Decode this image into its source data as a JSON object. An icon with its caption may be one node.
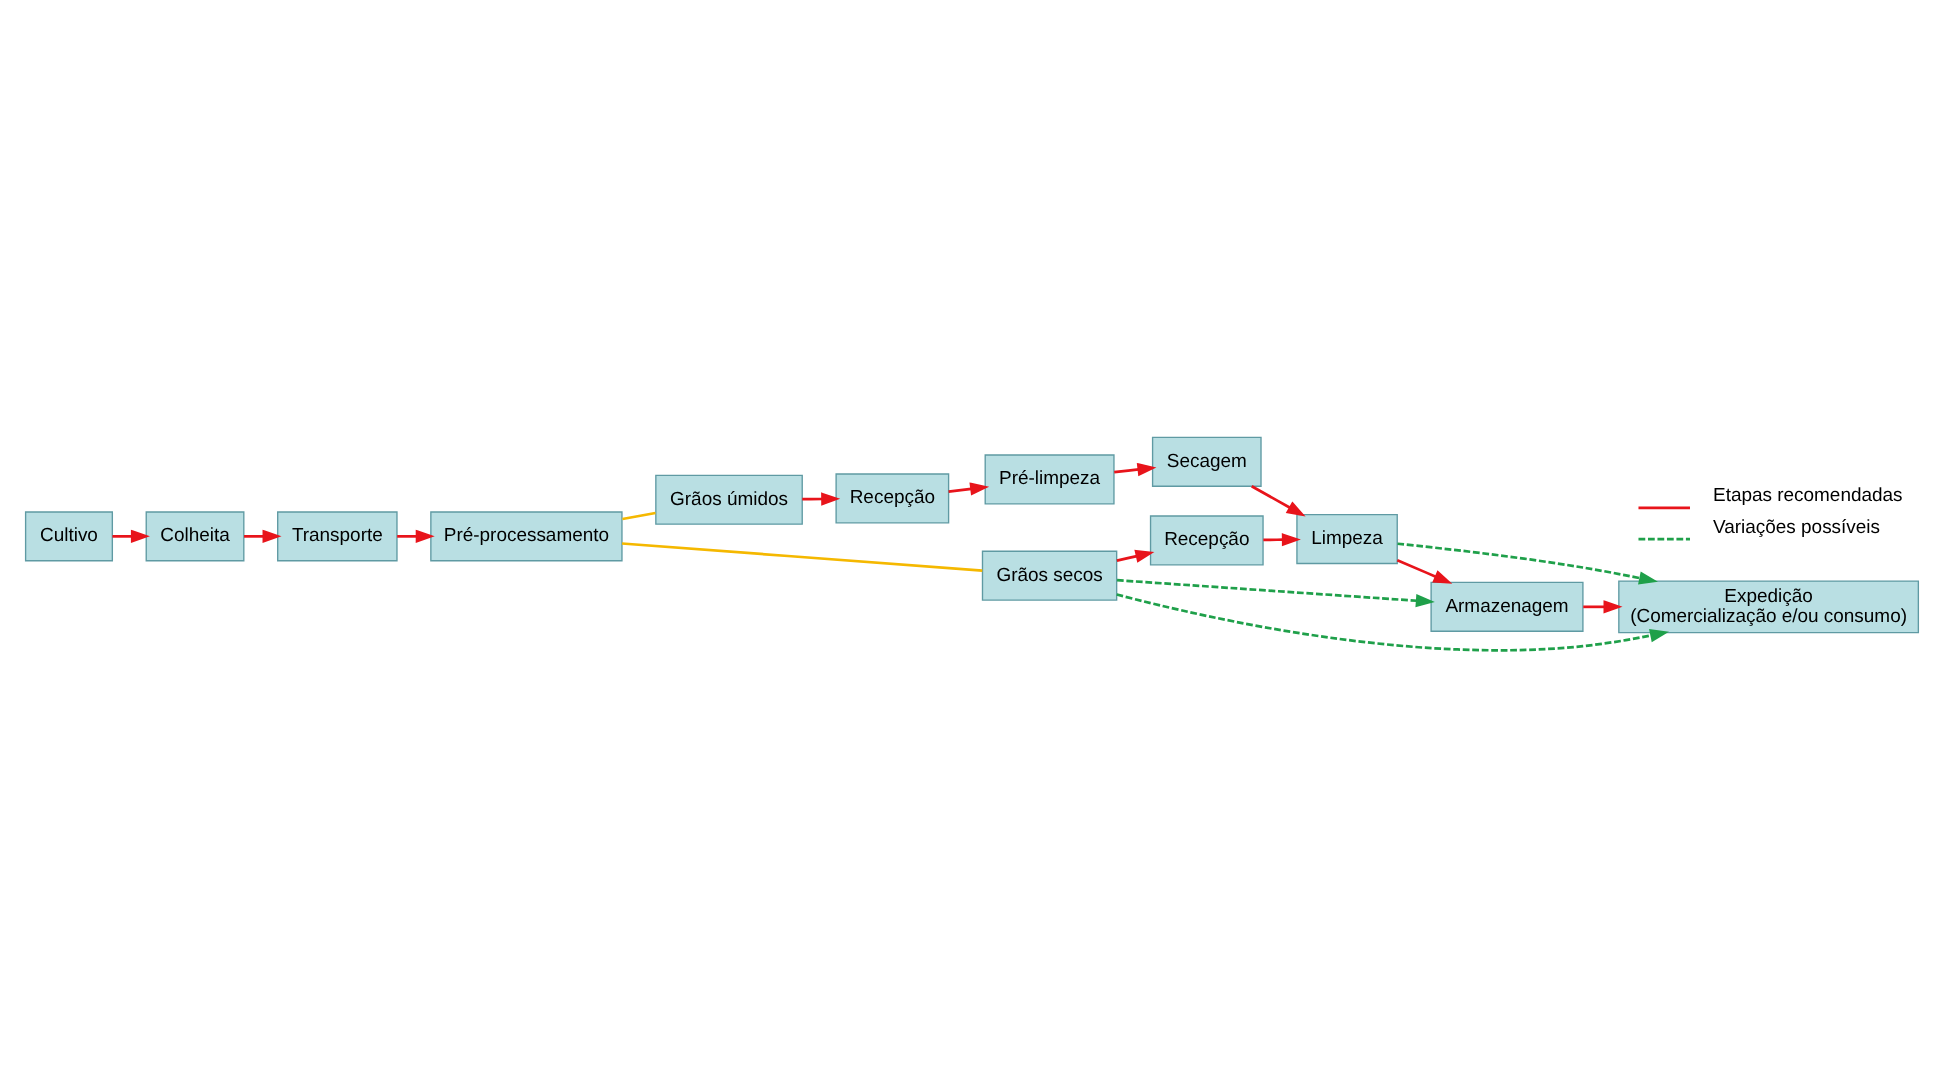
{
  "diagram": {
    "nodes": [
      {
        "text": [
          "Grãos úmidos"
        ]
      },
      {
        "text": [
          "Recepção"
        ]
      },
      {
        "text": [
          "Pré-limpeza"
        ]
      },
      {
        "text": [
          "Grãos secos"
        ]
      },
      {
        "text": [
          "Recepção"
        ]
      },
      {
        "text": [
          "Pré-processamento"
        ]
      },
      {
        "text": [
          "Secagem"
        ]
      },
      {
        "text": [
          "Limpeza"
        ]
      },
      {
        "text": [
          "Transporte"
        ]
      },
      {
        "text": [
          "Armazenagem"
        ]
      },
      {
        "text": [
          "Expedição",
          "(Comercialização e/ou consumo)"
        ]
      },
      {
        "text": [
          "Colheita"
        ]
      },
      {
        "text": [
          "Cultivo"
        ]
      }
    ],
    "edges": [
      {
        "from": 12,
        "to": 11,
        "arrow": "to"
      },
      {
        "from": 11,
        "to": 8,
        "arrow": "to"
      },
      {
        "from": 8,
        "to": 5,
        "arrow": "to"
      },
      {
        "from": 5,
        "to": 0,
        "arrow": "none",
        "color": "#f5b800"
      },
      {
        "from": 5,
        "to": 3,
        "arrow": "none",
        "color": "#f5b800"
      },
      {
        "from": 0,
        "to": 1,
        "arrow": "to"
      },
      {
        "from": 1,
        "to": 2,
        "arrow": "to"
      },
      {
        "from": 2,
        "to": 6,
        "arrow": "to"
      },
      {
        "from": 3,
        "to": 4,
        "arrow": "to"
      },
      {
        "from": 4,
        "to": 7,
        "arrow": "to"
      },
      {
        "from": 6,
        "to": 7,
        "arrow": "to"
      },
      {
        "from": 7,
        "to": 9,
        "arrow": "to"
      },
      {
        "from": 9,
        "to": 10,
        "arrow": "to"
      },
      {
        "from": 3,
        "to": 10,
        "arrow": "to",
        "style": "dashed",
        "color": "#1fa04a"
      },
      {
        "from": 3,
        "to": 9,
        "arrow": "to",
        "style": "dashed",
        "color": "#1fa04a"
      },
      {
        "from": 7,
        "to": 10,
        "arrow": "to",
        "style": "dashed",
        "color": "#1fa04a"
      }
    ],
    "legend": [
      {
        "text": "Etapas recomendadas"
      },
      {
        "text": "Variações possíveis"
      }
    ]
  }
}
